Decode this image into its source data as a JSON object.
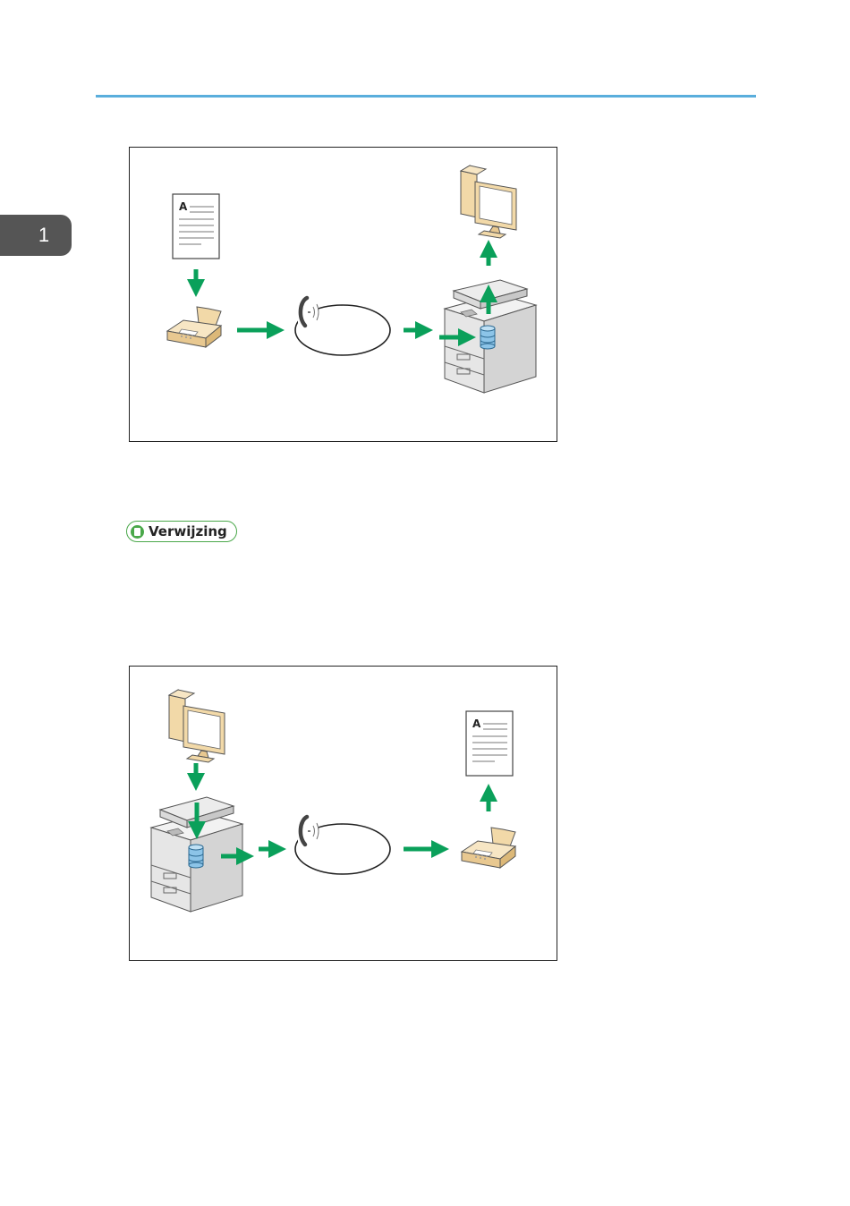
{
  "page": {
    "chapter_number": "1"
  },
  "diagrams": [
    {
      "document_letter": "A"
    },
    {
      "document_letter": "A"
    }
  ],
  "reference": {
    "label": "Verwijzing"
  },
  "colors": {
    "header_rule": "#5aaedc",
    "flow_arrow": "#0aa05a",
    "chapter_tab": "#555555",
    "device_beige": "#f2d9a8",
    "storage_blue": "#8cc4e8",
    "reference_green": "#4aa84a"
  }
}
